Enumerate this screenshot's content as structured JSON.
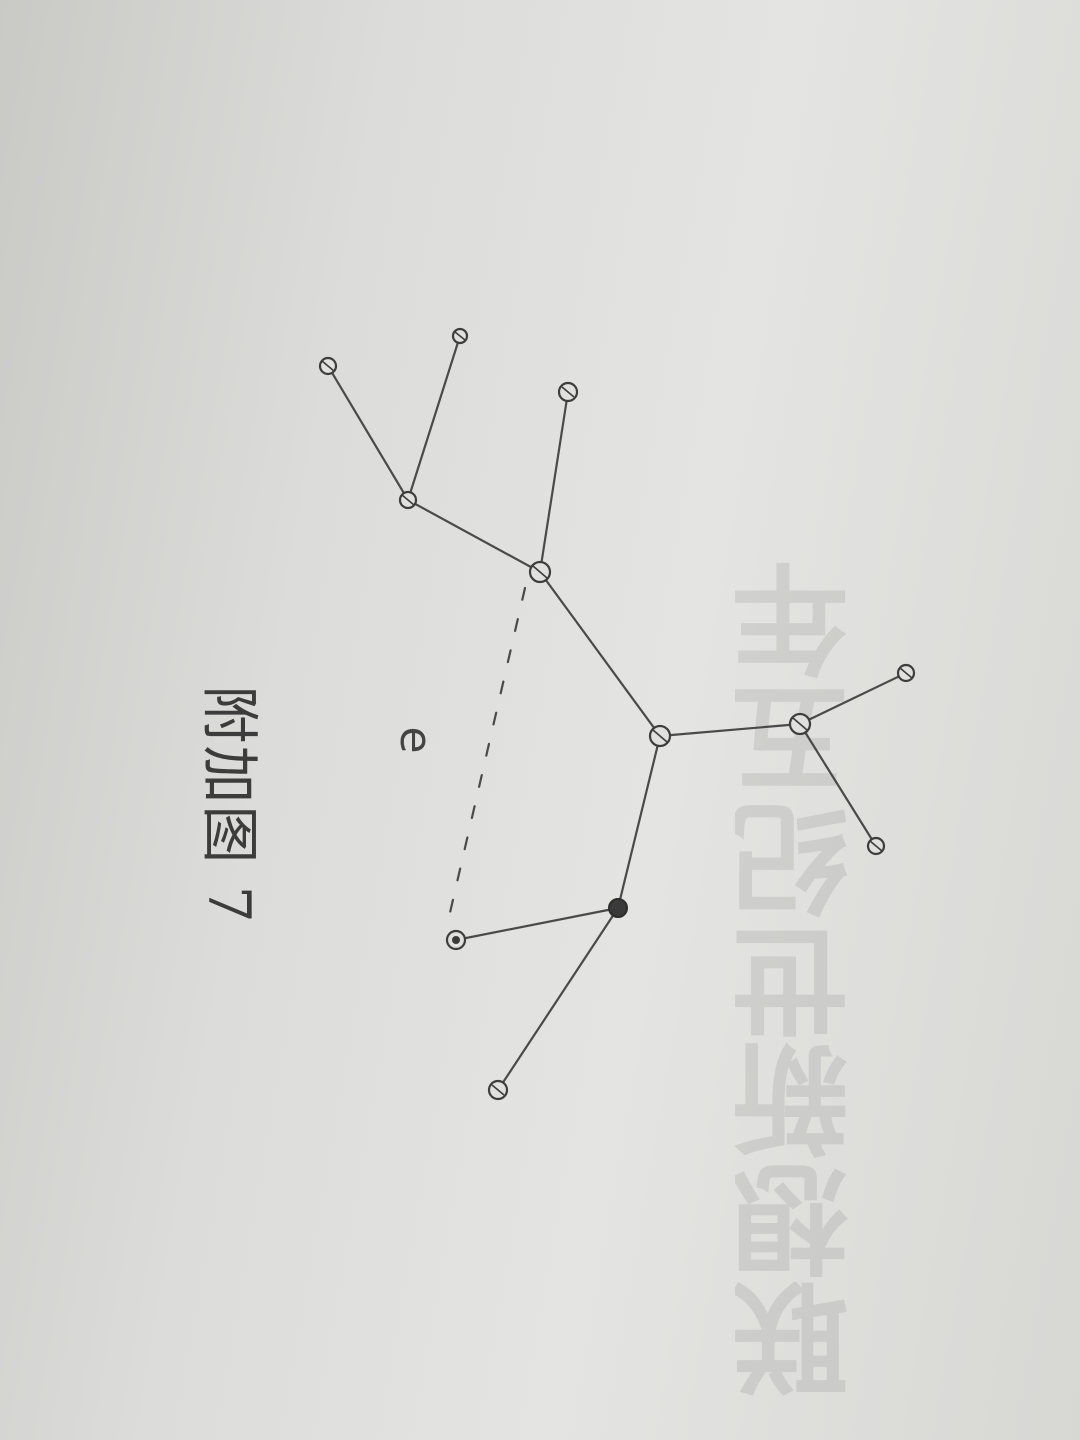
{
  "caption": "附加图 7",
  "edge_label": "e",
  "show_through_text": "联想新世纪五年"
}
